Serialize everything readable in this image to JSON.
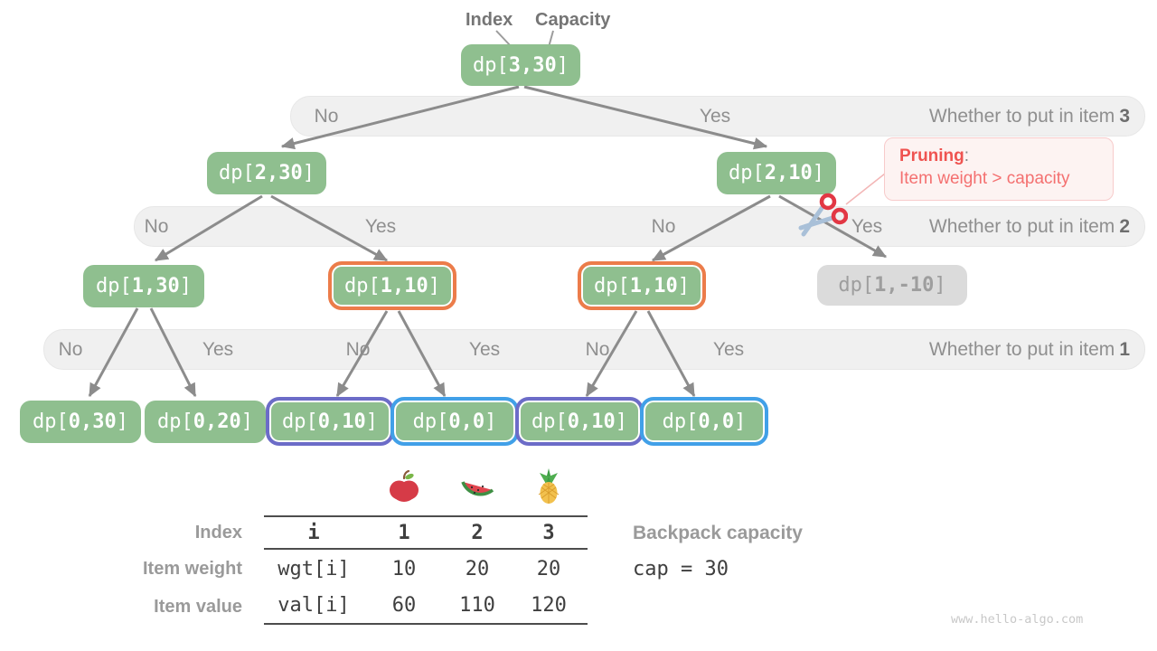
{
  "pointer_labels": {
    "index": "Index",
    "capacity": "Capacity"
  },
  "tree": {
    "nodes": [
      {
        "label": "dp[3,30]",
        "variant": "green"
      },
      {
        "label": "dp[2,30]",
        "variant": "green"
      },
      {
        "label": "dp[2,10]",
        "variant": "green"
      },
      {
        "label": "dp[1,30]",
        "variant": "green"
      },
      {
        "label": "dp[1,10]",
        "variant": "ring-orange"
      },
      {
        "label": "dp[1,10]",
        "variant": "ring-orange"
      },
      {
        "label": "dp[1,-10]",
        "variant": "gray"
      },
      {
        "label": "dp[0,30]",
        "variant": "green"
      },
      {
        "label": "dp[0,20]",
        "variant": "green"
      },
      {
        "label": "dp[0,10]",
        "variant": "ring-purple"
      },
      {
        "label": "dp[0,0]",
        "variant": "ring-blue"
      },
      {
        "label": "dp[0,10]",
        "variant": "ring-purple"
      },
      {
        "label": "dp[0,0]",
        "variant": "ring-blue"
      }
    ]
  },
  "bands": [
    {
      "choices": [
        "No",
        "Yes"
      ],
      "question": "Whether to put in item",
      "item": "3"
    },
    {
      "choices": [
        "No",
        "Yes",
        "No",
        "Yes"
      ],
      "question": "Whether to put in item",
      "item": "2"
    },
    {
      "choices": [
        "No",
        "Yes",
        "No",
        "Yes",
        "No",
        "Yes"
      ],
      "question": "Whether to put in item",
      "item": "1"
    }
  ],
  "pruning": {
    "title": "Pruning",
    "separator": ":",
    "detail": "Item weight > capacity"
  },
  "icons": {
    "scissors": "scissors-icon",
    "fruits": [
      "apple-icon",
      "watermelon-icon",
      "pineapple-icon"
    ]
  },
  "items_table": {
    "row_labels": [
      "Index",
      "Item weight",
      "Item value"
    ],
    "header_row": [
      "i",
      "1",
      "2",
      "3"
    ],
    "weight_row": [
      "wgt[i]",
      "10",
      "20",
      "20"
    ],
    "value_row": [
      "val[i]",
      "60",
      "110",
      "120"
    ]
  },
  "backpack": {
    "label": "Backpack capacity",
    "code": "cap = 30"
  },
  "watermark": "www.hello-algo.com",
  "colors": {
    "node_green": "#8FBF8F",
    "node_gray": "#DBDBDB",
    "band_gray": "#F0F0F0",
    "highlight_orange": "#EC7C4A",
    "highlight_purple": "#6C6CC8",
    "highlight_blue": "#41A0E8",
    "pruning_red": "#EF5350",
    "arrow_gray": "#8C8C8C"
  }
}
